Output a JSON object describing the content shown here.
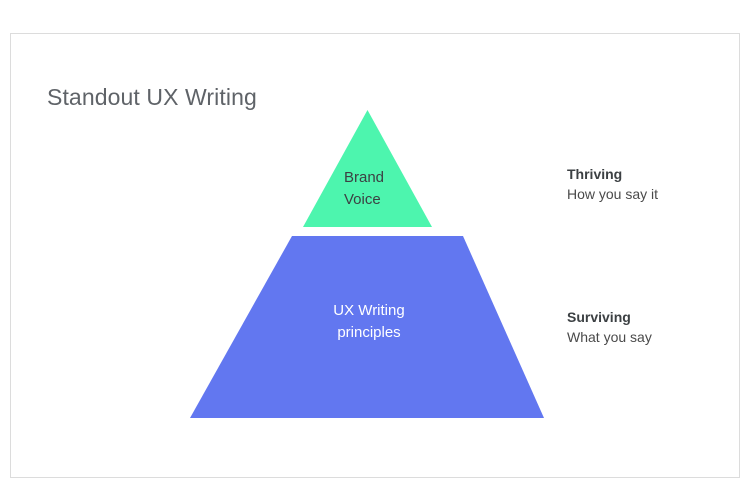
{
  "slide": {
    "title": "Standout UX Writing",
    "background_color": "#ffffff",
    "border_color": "#dcdcdc"
  },
  "diagram": {
    "type": "pyramid",
    "levels": [
      {
        "id": "brand-voice",
        "label": "Brand\nVoice",
        "shape": "triangle",
        "fill_color": "#4DF5AE",
        "text_color": "#3c4043"
      },
      {
        "id": "ux-writing-principles",
        "label": "UX Writing\nprinciples",
        "shape": "trapezoid",
        "fill_color": "#6277F0",
        "text_color": "#ffffff"
      }
    ]
  },
  "annotations": [
    {
      "id": "thriving",
      "heading": "Thriving",
      "sub": "How you say it"
    },
    {
      "id": "surviving",
      "heading": "Surviving",
      "sub": "What you say"
    }
  ]
}
